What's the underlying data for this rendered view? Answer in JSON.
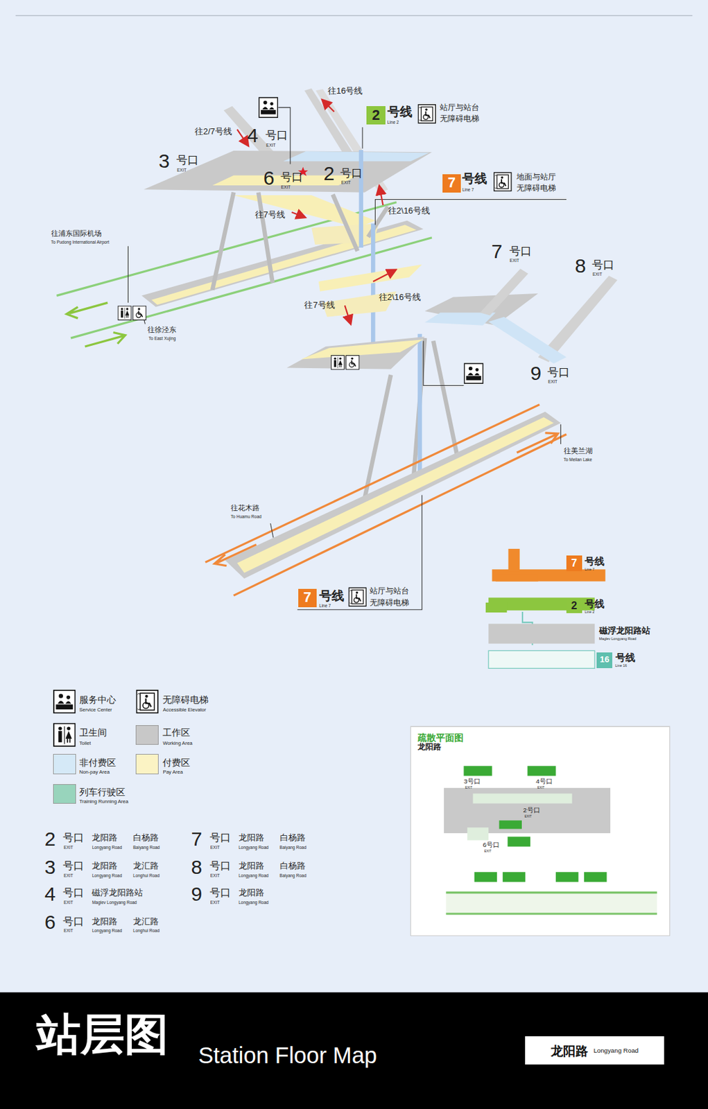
{
  "diagram": {
    "title": "站层图",
    "nodes": [
      {
        "text": [
          "2"
        ]
      },
      {
        "text": [
          "7"
        ]
      },
      {
        "text": [
          "7"
        ]
      },
      {
        "text": [
          "7"
        ]
      },
      {
        "text": [
          "2"
        ]
      },
      {
        "text": [
          "16"
        ]
      },
      {
        "text": [
          "疏散平面图",
          "龙阳路"
        ]
      },
      {
        "text": [
          "龙阳路",
          "Longyang Road"
        ]
      }
    ],
    "labels": [
      "往16号线",
      "号线",
      "Line 2",
      "站厅与站台",
      "无障碍电梯",
      "往2/7号线",
      "4",
      "号口",
      "EXIT",
      "3",
      "号口",
      "EXIT",
      "6",
      "号口",
      "EXIT",
      "2",
      "号口",
      "EXIT",
      "号线",
      "Line 7",
      "地面与站厅",
      "无障碍电梯",
      "往2\\16号线",
      "往7号线",
      "往浦东国际机场",
      "To Pudong International Airport",
      "7",
      "号口",
      "EXIT",
      "8",
      "号口",
      "EXIT",
      "往2\\16号线",
      "往7号线",
      "往徐泾东",
      "To East Xujing",
      "9",
      "号口",
      "EXIT",
      "往美兰湖",
      "To Meilan Lake",
      "往花木路",
      "To Huamu Road",
      "号线",
      "Line 7",
      "站厅与站台",
      "无障碍电梯",
      "号线",
      "Line 7",
      "号线",
      "Line 2",
      "磁浮龙阳路站",
      "Maglev Longyang Road",
      "号线",
      "Line 16",
      "Service Center",
      "Accessible Elevator",
      "Toilet",
      "Working Area",
      "Non-pay Area",
      "Pay Area",
      "Training Running Area",
      "2",
      "号口",
      "EXIT",
      "龙阳路",
      "Longyang Road",
      "白杨路",
      "Baiyang Road",
      "3",
      "号口",
      "EXIT",
      "龙阳路",
      "Longyang Road",
      "龙汇路",
      "Longhui Road",
      "4",
      "号口",
      "EXIT",
      "磁浮龙阳路站",
      "Maglev Longyang Road",
      "6",
      "号口",
      "EXIT",
      "龙阳路",
      "Longyang Road",
      "龙汇路",
      "Longhui Road",
      "7",
      "号口",
      "EXIT",
      "龙阳路",
      "Longyang Road",
      "白杨路",
      "Baiyang Road",
      "8",
      "号口",
      "EXIT",
      "龙阳路",
      "Longyang Road",
      "白杨路",
      "Baiyang Road",
      "9",
      "号口",
      "EXIT",
      "龙阳路",
      "Longyang Road",
      "3号口",
      "EXIT",
      "4号口",
      "EXIT",
      "2号口",
      "EXIT",
      "6号口",
      "EXIT",
      "Station Floor Map"
    ],
    "legend": [
      {
        "text": "服务中心"
      },
      {
        "text": "无障碍电梯"
      },
      {
        "text": "卫生间"
      },
      {
        "text": "工作区",
        "color": "#c8c8c8"
      },
      {
        "text": "非付费区",
        "color": "#d5e9f7"
      },
      {
        "text": "付费区",
        "color": "#fbf3c4"
      },
      {
        "text": "列车行驶区",
        "color": "#98d4bc"
      }
    ]
  }
}
